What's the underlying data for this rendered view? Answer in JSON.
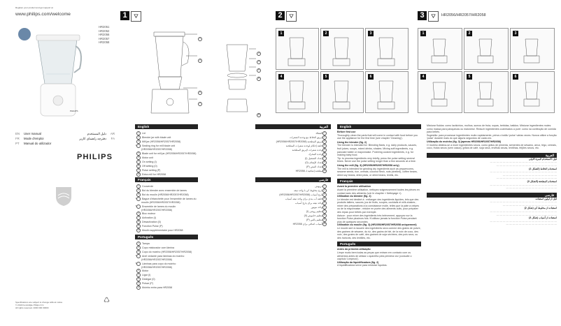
{
  "cover": {
    "register_text": "Register your product and get support at",
    "website": "www.philips.com/welcome",
    "models": [
      "HR2051",
      "HR2052",
      "HR2056",
      "HR2057",
      "HR2058"
    ],
    "product_label": "PHILIPS",
    "manual_langs": [
      {
        "code": "EN",
        "label": "User manual"
      },
      {
        "code": "FR",
        "label": "Mode d'emploi"
      },
      {
        "code": "PT",
        "label": "Manual do utilizador"
      }
    ],
    "manual_langs_rtl": [
      {
        "code": "AR",
        "label": "دليل المستخدم"
      },
      {
        "code": "FA",
        "label": "دفترچه راهنمای کاربر"
      }
    ],
    "brand": "PHILIPS",
    "footer": [
      "Specifications are subject to change without notice",
      "© 2019 Koninklijke Philips N.V.",
      "All rights reserved. 4000 000 00000"
    ]
  },
  "steps": {
    "s1": "1",
    "s2": "2",
    "s3": "3",
    "s3_models": "HR2056/HR2057/HR2058",
    "parts_callouts": [
      "1",
      "2",
      "3",
      "4",
      "5",
      "6",
      "7",
      "8",
      "9",
      "10",
      "11"
    ],
    "sub_numbers": [
      "1",
      "2",
      "3",
      "4",
      "5",
      "6"
    ]
  },
  "english": {
    "title": "English",
    "items": [
      "Lid",
      "Blender jar with blade unit",
      "Mill jar (HR2056/HR2057/HR2058)",
      "Sealing ring for mill blade unit (HR2056/HR2057/HR2058)",
      "Blade unit for mill jar (HR2056/HR2057/HR2058)",
      "Motor unit",
      "On setting (I)",
      "Off setting (0)",
      "Pulse setting (P)",
      "Extra mill for HR2058"
    ]
  },
  "francais": {
    "title": "Français",
    "items": [
      "Couvercle",
      "Bol du blender avec ensemble de lames",
      "Bol du moulin (HR2056/HR2057/HR2058)",
      "Bague d'étanchéité pour l'ensemble de lames du moulin (HR2056/HR2057/HR2058)",
      "Ensemble de lames du moulin (HR2056/HR2057/HR2058)",
      "Bloc moteur",
      "Activation (I)",
      "Désactivation (0)",
      "Fonction Pulse (P)",
      "Moulin supplémentaire pour HR2058"
    ]
  },
  "portugues": {
    "title": "Português",
    "items": [
      "Tampa",
      "Copo misturador com lâmina",
      "Copo do moinho (HR2056/HR2057/HR2058)",
      "Anel vedante para lâminas do moinho (HR2056/HR2057/HR2058)",
      "Lâminas para copo do moinho (HR2056/HR2057/HR2058)",
      "Motor",
      "Ligar (I)",
      "Desligar (0)",
      "Pulsar (P)",
      "Moinho extra para HR2058"
    ]
  },
  "arabic": {
    "title": "العربية",
    "items": [
      "الغطاء",
      "إبريق الخلاط مع وحدة الشفرات",
      "إبريق المطحنة (HR2056/HR2057/HR2058)",
      "حلقة إحكام لوحدة شفرات المطحنة",
      "وحدة شفرات لإبريق المطحنة",
      "وحدة المحرك",
      "إعداد التشغيل (I)",
      "إعداد الإيقاف (0)",
      "إعداد النبض (P)",
      "مطحنة إضافية لـ HR2058"
    ]
  },
  "farsi": {
    "title": "فارسی",
    "items": [
      "درپوش",
      "پارچ مخلوط کن با واحد تیغه",
      "پارچ آسیاب (HR2056/HR2057/HR2058)",
      "حلقه آب بندی برای واحد تیغه آسیاب",
      "واحد تیغه برای پارچ آسیاب",
      "واحد موتور",
      "تنظیم روشن (I)",
      "تنظیم خاموش (0)",
      "تنظیم پالس (P)",
      "آسیاب اضافی برای HR2058"
    ]
  },
  "col3": {
    "english_title": "English",
    "before_first_use": "Before first use",
    "before_text": "Thoroughly clean the parts that will come in contact with food before you use the appliance for the first time (see chapter 'Cleaning').",
    "using_blender": "Using the blender (fig. 2)",
    "using_blender_text": "The blender is intended for: Blending fluids, e.g. dairy products, sauces, fruit juices, soups, mixed drinks, shakes. Mixing soft ingredients, e.g. pancake batter or mayonnaise. Pureeing cooked ingredients, e.g. for making baby food.",
    "tip": "Tip: to process ingredients very briefly, press the pulse setting several times. Never use the pulse setting longer than a few seconds at a time.",
    "using_mill": "Using the mill (fig. 3) (HR2056/HR2057/HR2058 only)",
    "using_mill_text": "The mill is intended for grinding dry ingredients such as peppercorns, sesame seeds, rice, cereals, coconut flesh, nuts (shelled), coffee beans, dried soy beans, dried peas, or dried beans, lentils, etc.",
    "francais_title": "Français",
    "avant": "Avant la première utilisation",
    "avant_text": "Avant la première utilisation, nettoyez soigneusement toutes les pièces en contact avec des aliments (voir le chapitre « Nettoyage »).",
    "util_blender": "Utilisation du blender (fig. 2)",
    "util_blender_text": "Le blender est destiné à : mélanger des ingrédients liquides, tels que des produits laitiers, sauces, jus de fruits, soupes, cocktails et milk-shakes ; mixer des préparations à la consistance molle, telles que la pâte à crêpes ou de la mayonnaise ; réduire en purée des aliments cuits, pour préparer des repas pour bébés par exemple.",
    "astuce": "Astuce : pour mixer des ingrédients très brièvement, appuyez sur la fonction Pulse plusieurs fois. N'utilisez jamais la fonction Pulse pendant plus de quelques secondes.",
    "util_moulin": "Utilisation du moulin (fig. 3) (HR2056/HR2057/HR2058 uniquement)",
    "util_moulin_text": "Le moulin sert à moudre des ingrédients secs comme des grains de poivre, des graines de sésame, du riz, des grains de blé, de la noix de coco, des noix, des grains de café, des graines de soja séchées, des pois secs, ou des haricots, des lentilles, etc.",
    "portugues_title": "Português",
    "antes": "Antes da primeira utilização",
    "antes_text": "Limpe muito bem todas as peças que entram em contacto com os alimentos antes de utilizar o aparelho pela primeira vez (consulte o capítulo 'Limpeza').",
    "util_liq": "Utilização da liquidificadora (fig. 2)",
    "util_liq_text": "A liquidificadora serve para misturar líquidos."
  },
  "col4": {
    "intro": "Misturar fluidos: como lacticínios, molhos, sumos de fruta, sopas, bebidas, batidos. Misturar ingredientes moles: como massa para panquecas ou maionese. Reduzir ingredientes cozinhados a puré: como na confecção de comida para bebés.",
    "sugestao": "Sugestão: para processar ingredientes muito rapidamente, prima o botão 'pulse' várias vezes. Nunca utilize a função 'pulse' durante mais do que alguns segundos de cada vez.",
    "moinho_title": "Utilização do moinho (fig. 3) (apenas HR2056/HR2057/HR2058)",
    "moinho_text": "O moinho destina-se a moer ingredientes secos, como grãos de pimenta, sementes de sésamo, arroz, trigo, cereais, coco, frutos secos (sem casca), grãos de café, soja seca, ervilhas secas, lentilhas, feijões secos, etc.",
    "arabic_title": "العربية",
    "arabic_sub1": "قبل الاستخدام للمرة الأولى",
    "arabic_sub2": "استخدام الخلاط (الشكل 2)",
    "arabic_sub3": "استخدام المطحنة (الشكل 3)",
    "farsi_title": "فارسی",
    "farsi_sub1": "قبل از اولین استفاده",
    "farsi_sub2": "استفاده از مخلوط کن (شکل 2)",
    "farsi_sub3": "استفاده از آسیاب (شکل 3)"
  }
}
